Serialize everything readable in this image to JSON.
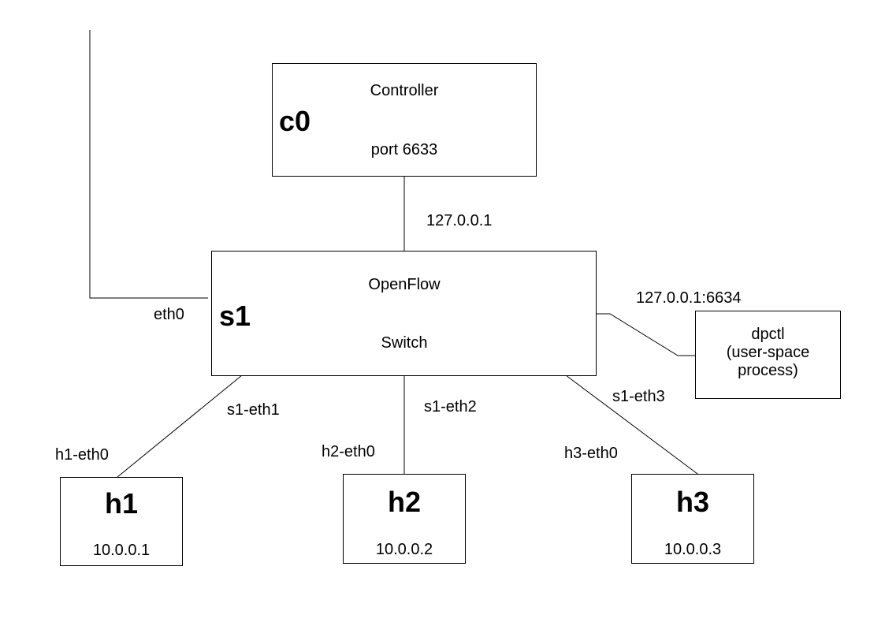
{
  "controller": {
    "name": "c0",
    "title": "Controller",
    "port_label": "port  6633"
  },
  "switch": {
    "name": "s1",
    "title": "OpenFlow",
    "subtitle": "Switch",
    "uplink_label": "eth0"
  },
  "links": {
    "controller_switch": "127.0.0.1",
    "switch_dpctl": "127.0.0.1:6634",
    "s1_eth1": "s1-eth1",
    "s1_eth2": "s1-eth2",
    "s1_eth3": "s1-eth3",
    "h1_eth0": "h1-eth0",
    "h2_eth0": "h2-eth0",
    "h3_eth0": "h3-eth0"
  },
  "dpctl": {
    "text": "dpctl\n(user-space\nprocess)"
  },
  "hosts": [
    {
      "name": "h1",
      "ip": "10.0.0.1"
    },
    {
      "name": "h2",
      "ip": "10.0.0.2"
    },
    {
      "name": "h3",
      "ip": "10.0.0.3"
    }
  ]
}
